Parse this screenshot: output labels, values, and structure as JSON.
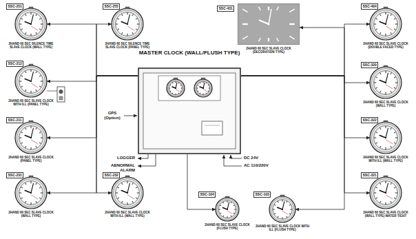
{
  "diagram": {
    "nodes": [
      {
        "text": [
          "SSC-251",
          "2HAND 60 SEC SILENCE TIME SLAVE CLOCK (WALL TYPE)"
        ]
      },
      {
        "text": [
          "SSC-255",
          "2HAND 60 SEC SILENCE TIME SLAVE CLOCK (PANEL TYPE)"
        ]
      },
      {
        "text": [
          "MASTER CLOCK (WALL/FLUSH TYPE)"
        ]
      },
      {
        "text": [
          "SSC-431",
          "2HAND 60 SEC SLAVE CLOCK (DECORATION TYPE)"
        ]
      },
      {
        "text": [
          "SSC-404",
          "2HAND 60 SEC SLAVE CLOCK (DOUBLE FACED TYPE)"
        ]
      },
      {
        "text": [
          "SSC-212",
          "2HAND 60 SEC SLAVE CLOCK WITH ILL (PANEL TYPE)"
        ]
      },
      {
        "text": [
          "SSC-320",
          "2HAND 60 SEC SLAVE CLOCK (WALL TYPE)"
        ]
      },
      {
        "text": [
          "SSC-211",
          "2HAND 60 SEC SLAVE CLOCK (PANEL TYPE)"
        ]
      },
      {
        "text": [
          "SSC-322",
          "2HAND 60 SEC SLAVE CLOCK WITH ILL (WALL TYPE)"
        ]
      },
      {
        "text": [
          "SSC-231",
          "2HAND 60 SEC SLAVE CLOCK (WALL TYPE)"
        ]
      },
      {
        "text": [
          "SSC-232",
          "2HAND 60 SEC SLAVE CLOCK WITH ILL (WALL TYPE)"
        ]
      },
      {
        "text": [
          "SSC-104",
          "2HAND 60 SEC SLAVE CLOCK (FLUSH TYPE)"
        ]
      },
      {
        "text": [
          "SSC-103",
          "2HAND 60 SEC SLAVE CLOCK WITH ILL (FLUSH TYPE)"
        ]
      },
      {
        "text": [
          "SSC-321",
          "2HAND 60 SEC SLAVE CLOCK (WALL TYPE) WATER TIGHT"
        ]
      }
    ],
    "edges": [
      {
        "from": 2,
        "to": 0,
        "arrow": "to"
      },
      {
        "from": 2,
        "to": 1,
        "arrow": "to"
      },
      {
        "from": 2,
        "to": 3,
        "arrow": "to"
      },
      {
        "from": 2,
        "to": 4,
        "arrow": "to"
      },
      {
        "from": 2,
        "to": 5,
        "arrow": "to"
      },
      {
        "from": 2,
        "to": 6,
        "arrow": "to"
      },
      {
        "from": 2,
        "to": 7,
        "arrow": "to"
      },
      {
        "from": 2,
        "to": 8,
        "arrow": "to"
      },
      {
        "from": 2,
        "to": 9,
        "arrow": "to"
      },
      {
        "from": 2,
        "to": 10,
        "arrow": "to"
      },
      {
        "from": 2,
        "to": 11,
        "arrow": "to"
      },
      {
        "from": 2,
        "to": 12,
        "arrow": "to"
      },
      {
        "from": 2,
        "to": 13,
        "arrow": "to"
      }
    ],
    "labels": [
      "GPS (Option)",
      "LOGGER",
      "ABNORMAL ALARM",
      "DC 24V",
      "AC 110/220V"
    ]
  }
}
